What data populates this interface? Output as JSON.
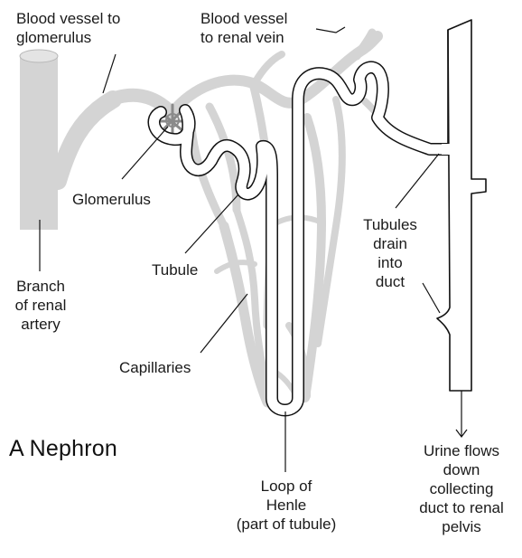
{
  "title": "A Nephron",
  "labels": {
    "vessel_to_glomerulus": "Blood vessel to\nglomerulus",
    "vessel_to_renal_vein": "Blood vessel\nto renal vein",
    "glomerulus": "Glomerulus",
    "tubule": "Tubule",
    "branch_renal_artery": "Branch\nof renal\nartery",
    "capillaries": "Capillaries",
    "tubules_drain": "Tubules\ndrain\ninto\nduct",
    "loop_of_henle": "Loop of\nHenle\n(part of tubule)",
    "urine_flow": "Urine flows\ndown\ncollecting\nduct to renal\npelvis"
  },
  "colors": {
    "vessel": "#d4d4d4",
    "line": "#111111",
    "background": "#ffffff"
  }
}
